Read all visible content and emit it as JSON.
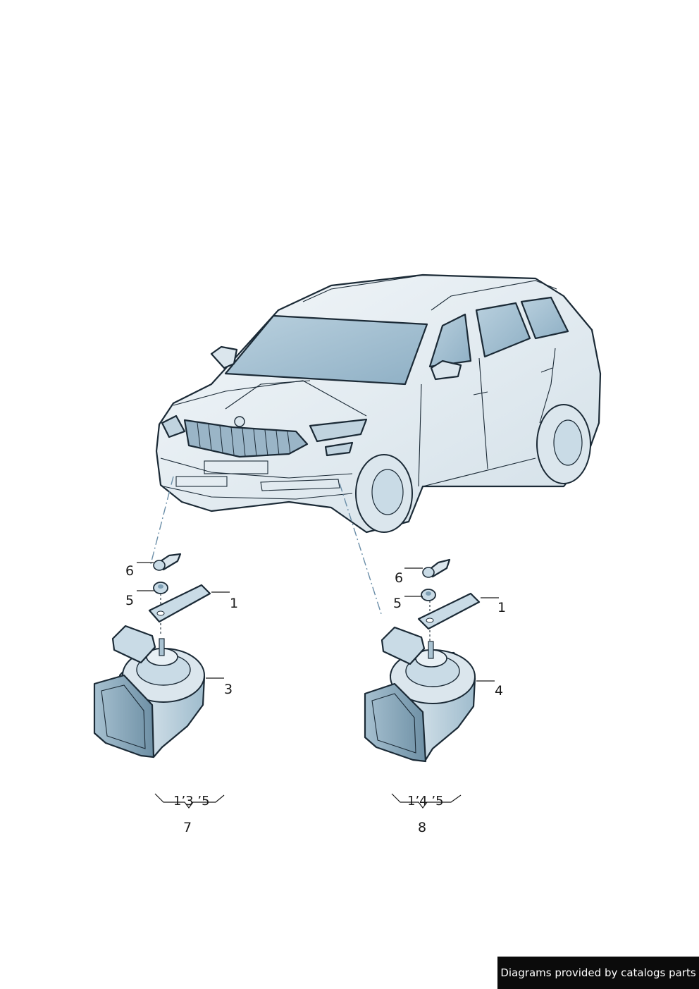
{
  "callouts": {
    "left": {
      "item6": "6",
      "item5": "5",
      "item1": "1",
      "item3": "3"
    },
    "right": {
      "item6": "6",
      "item5": "5",
      "item1": "1",
      "item4": "4"
    }
  },
  "groups": {
    "left": {
      "members": "1’3 ’5",
      "number": "7"
    },
    "right": {
      "members": "1’4 ’5",
      "number": "8"
    }
  },
  "watermark": "Diagrams provided by catalogs parts",
  "colors": {
    "body_fill": "#e6eef3",
    "glass_fill": "#a9c4d6",
    "outline": "#1b2a36",
    "part_fill": "#c9dbe6",
    "part_dark": "#7fa0b5"
  }
}
